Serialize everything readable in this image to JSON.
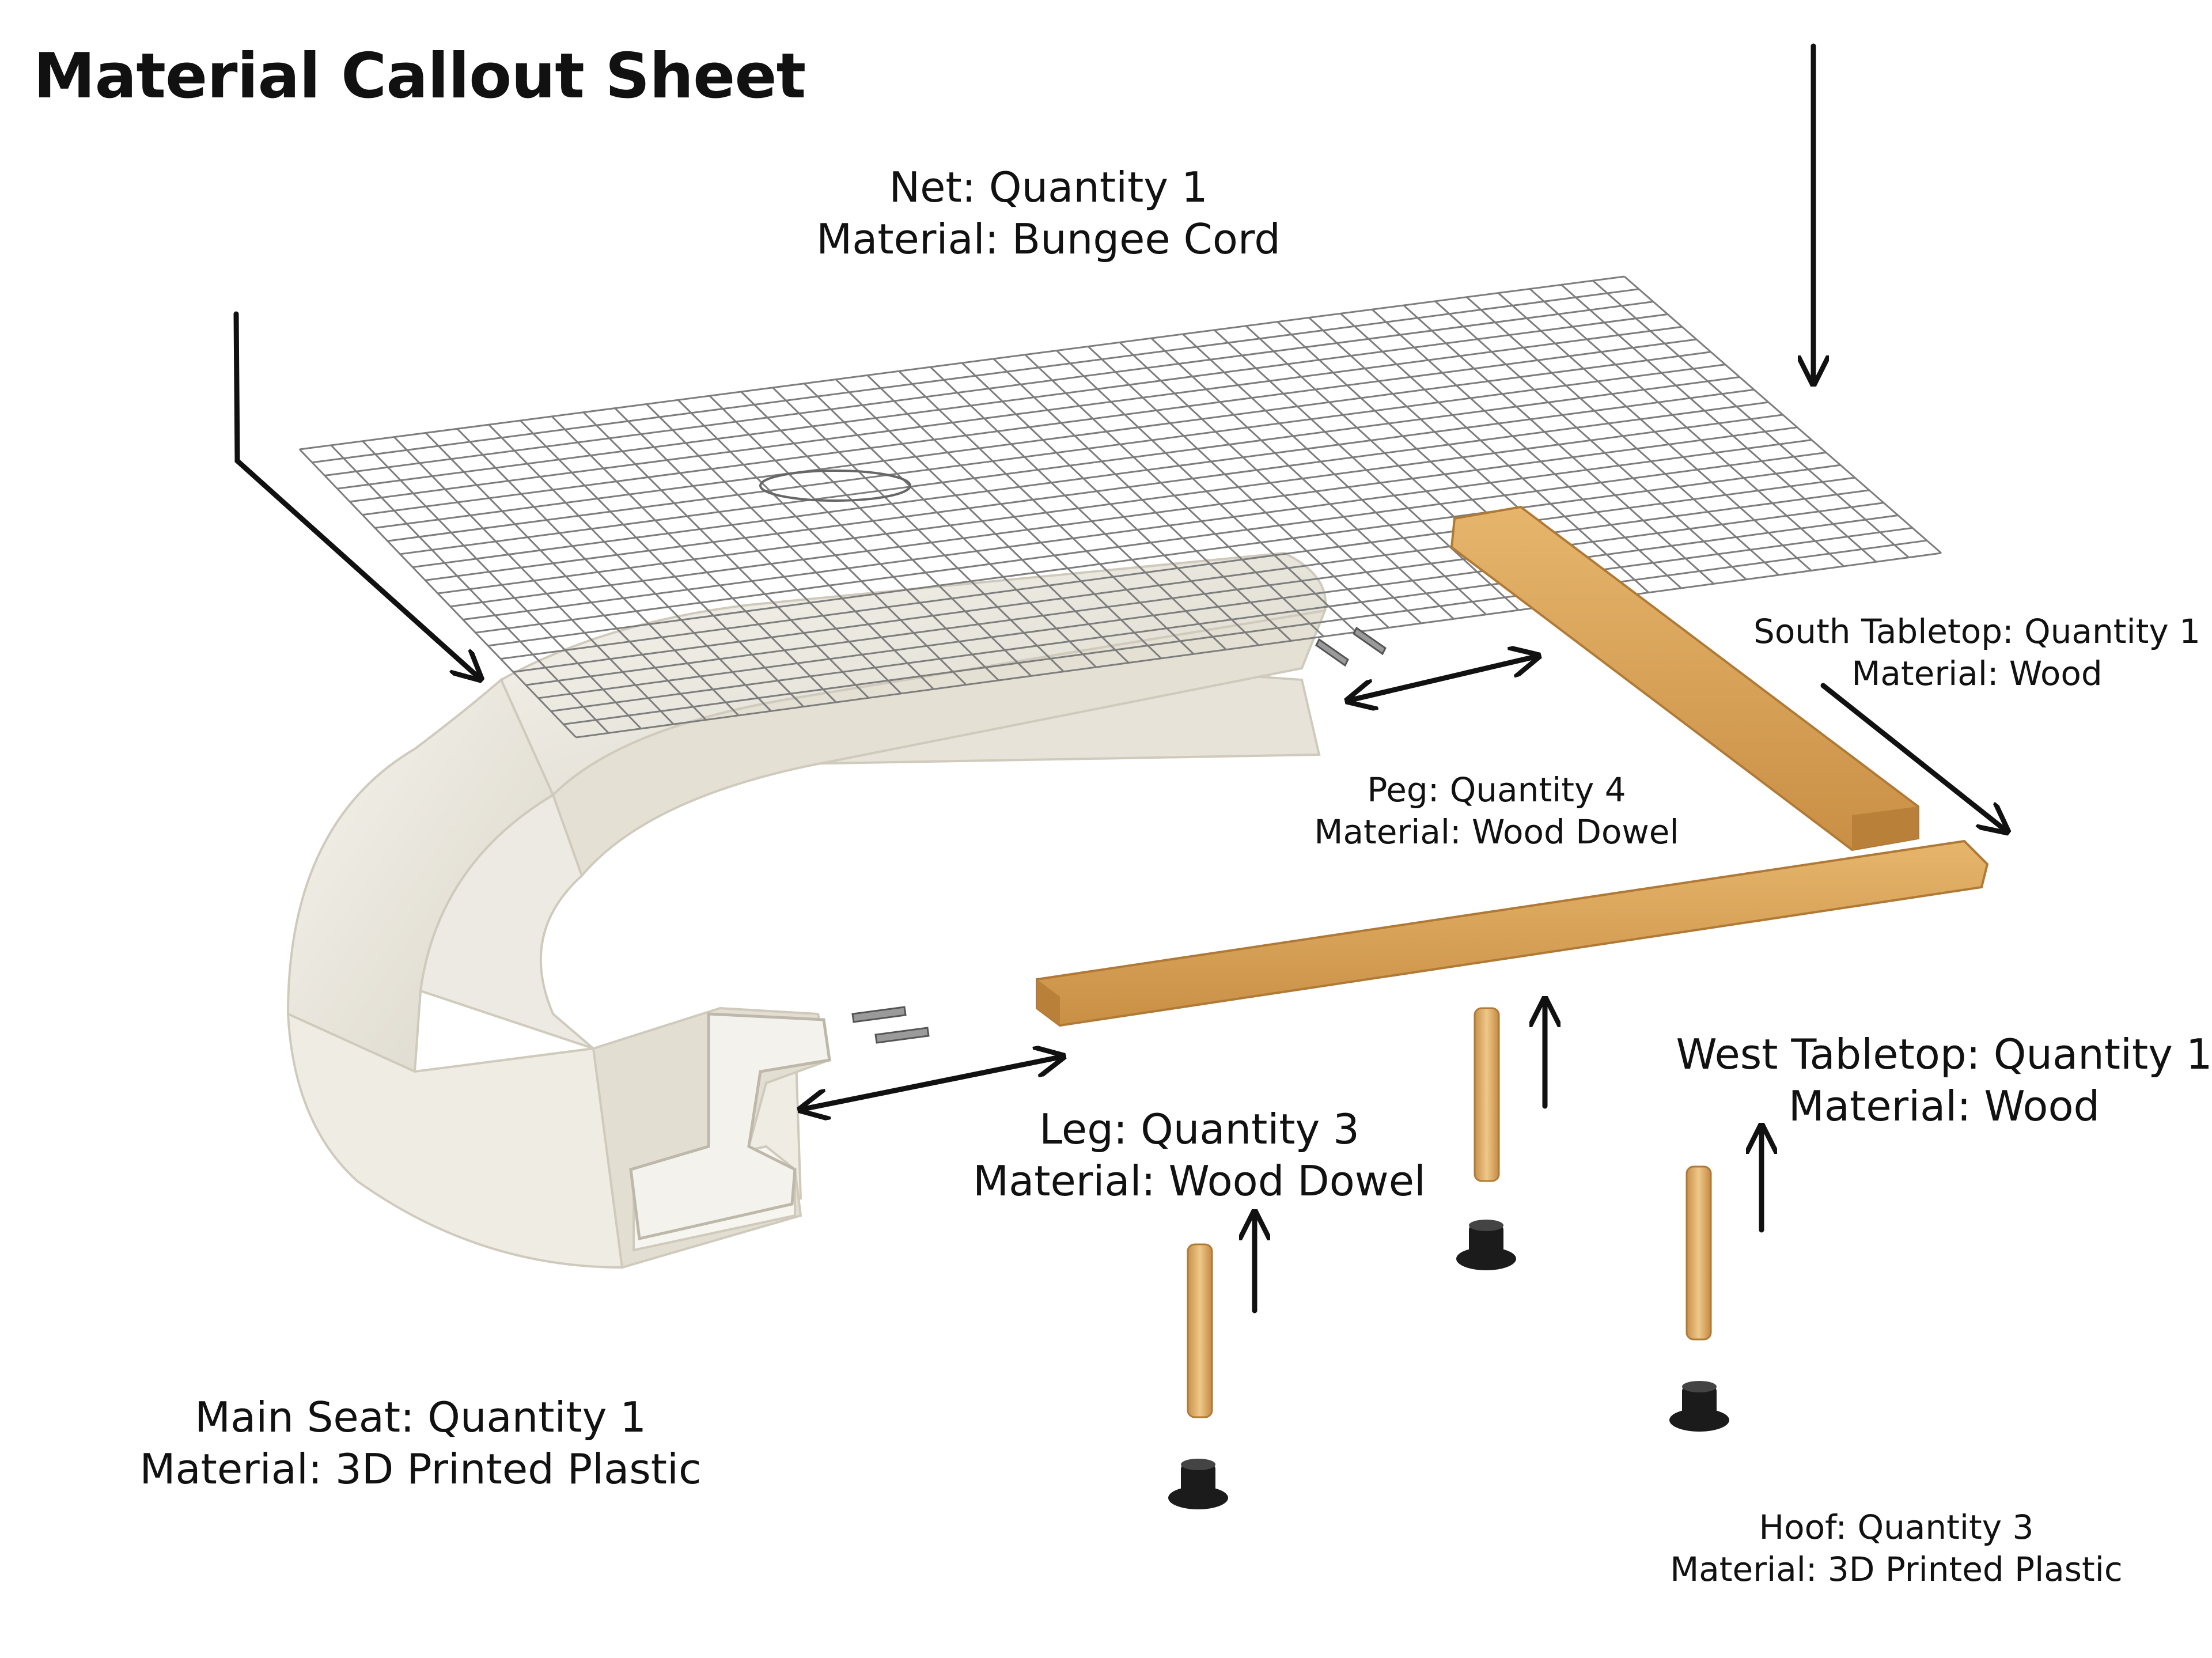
{
  "title": "Material Callout Sheet",
  "callouts": {
    "net": {
      "line1": "Net: Quantity 1",
      "line2": "Material: Bungee Cord"
    },
    "south_tabletop": {
      "line1": "South Tabletop: Quantity 1",
      "line2": "Material: Wood"
    },
    "peg": {
      "line1": "Peg: Quantity 4",
      "line2": "Material: Wood Dowel"
    },
    "west_tabletop": {
      "line1": "West Tabletop: Quantity 1",
      "line2": "Material: Wood"
    },
    "leg": {
      "line1": "Leg: Quantity 3",
      "line2": "Material: Wood Dowel"
    },
    "main_seat": {
      "line1": "Main Seat: Quantity 1",
      "line2": "Material: 3D Printed Plastic"
    },
    "hoof": {
      "line1": "Hoof: Quantity 3",
      "line2": "Material: 3D Printed Plastic"
    }
  },
  "colors": {
    "seat": "#ece9df",
    "wood": "#d9a35a",
    "net": "#7d7d7d",
    "hoof": "#1b1b1b",
    "arrow": "#111111"
  }
}
